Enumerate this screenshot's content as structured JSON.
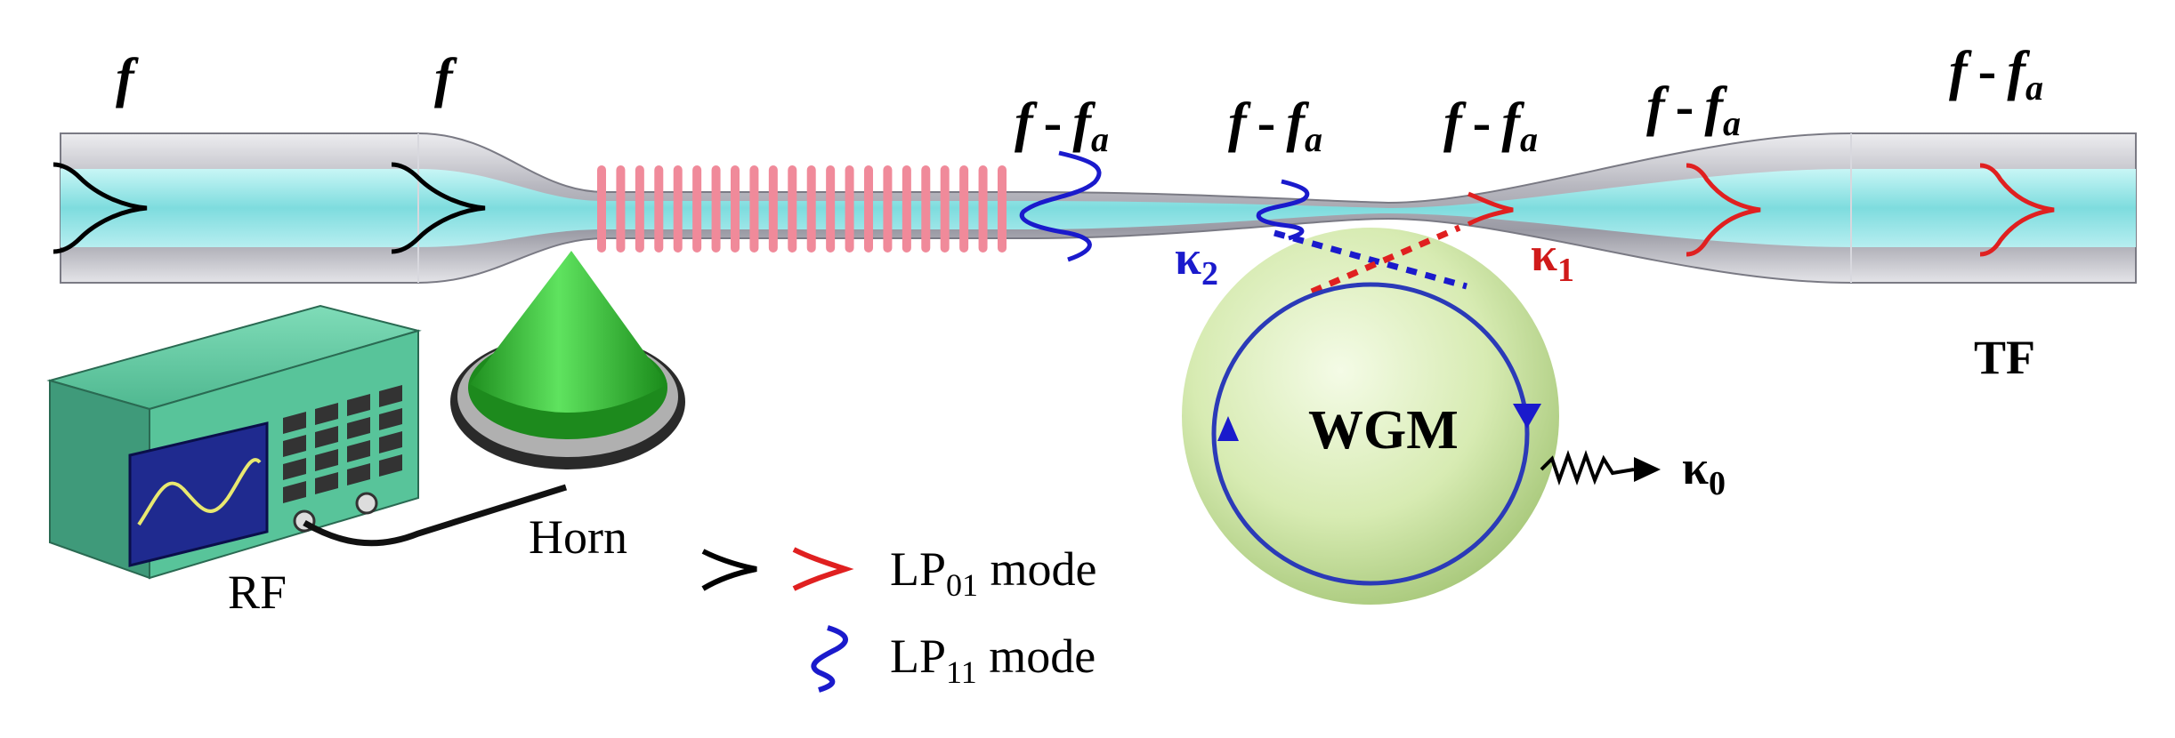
{
  "labels": {
    "f1": "f",
    "f2": "f",
    "fa_minus": "-",
    "fa_sub": "a",
    "tf": "TF",
    "wgm": "WGM",
    "horn": "Horn",
    "rf": "RF",
    "kappa": "κ",
    "kappa0_sub": "0",
    "kappa1_sub": "1",
    "kappa2_sub": "2"
  },
  "legend": {
    "lp01_prefix": "LP",
    "lp01_sub": "01",
    "lp01_suffix": " mode",
    "lp11_prefix": "LP",
    "lp11_sub": "11",
    "lp11_suffix": " mode"
  },
  "colors": {
    "lp01_input": "#000000",
    "lp01_output": "#e02020",
    "lp11": "#1a1acc",
    "core": "#8ee6ea",
    "cladding": "#c9c9cf",
    "horn": "#33cc33",
    "rf_body": "#5fc8a0",
    "rf_screen": "#1f2a8f",
    "resonator": "#d6eab0",
    "grating": "#f08a9a"
  }
}
